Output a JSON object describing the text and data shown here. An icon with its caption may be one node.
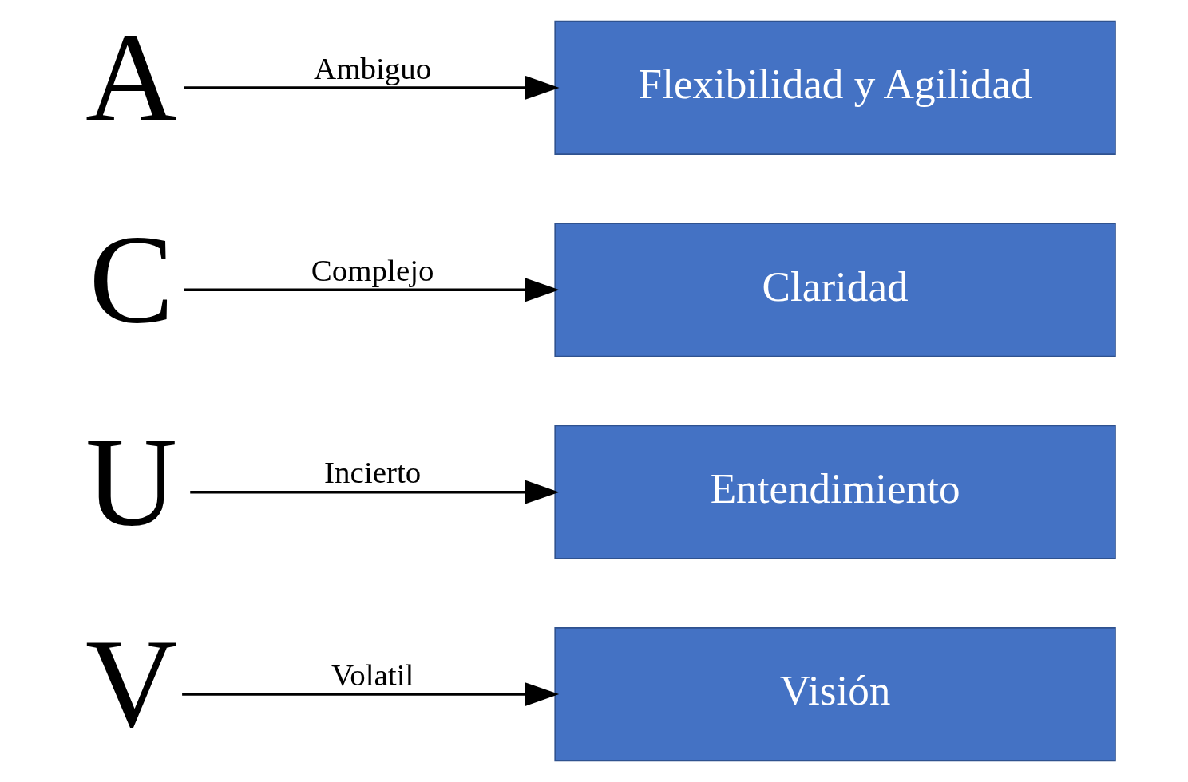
{
  "diagram": {
    "nodes": [
      {
        "text": [
          "V"
        ]
      },
      {
        "text": [
          "Visión"
        ]
      },
      {
        "text": [
          "U"
        ]
      },
      {
        "text": [
          "Entendimiento"
        ]
      },
      {
        "text": [
          "C"
        ]
      },
      {
        "text": [
          "Claridad"
        ]
      },
      {
        "text": [
          "A"
        ]
      },
      {
        "text": [
          "Flexibilidad y Agilidad"
        ]
      }
    ],
    "edges": [
      {
        "from": 0,
        "to": 1,
        "arrow": "to",
        "label": "Volatil"
      },
      {
        "from": 2,
        "to": 3,
        "arrow": "to",
        "label": "Incierto"
      },
      {
        "from": 4,
        "to": 5,
        "arrow": "to",
        "label": "Complejo"
      },
      {
        "from": 6,
        "to": 7,
        "arrow": "to",
        "label": "Ambiguo"
      }
    ]
  }
}
